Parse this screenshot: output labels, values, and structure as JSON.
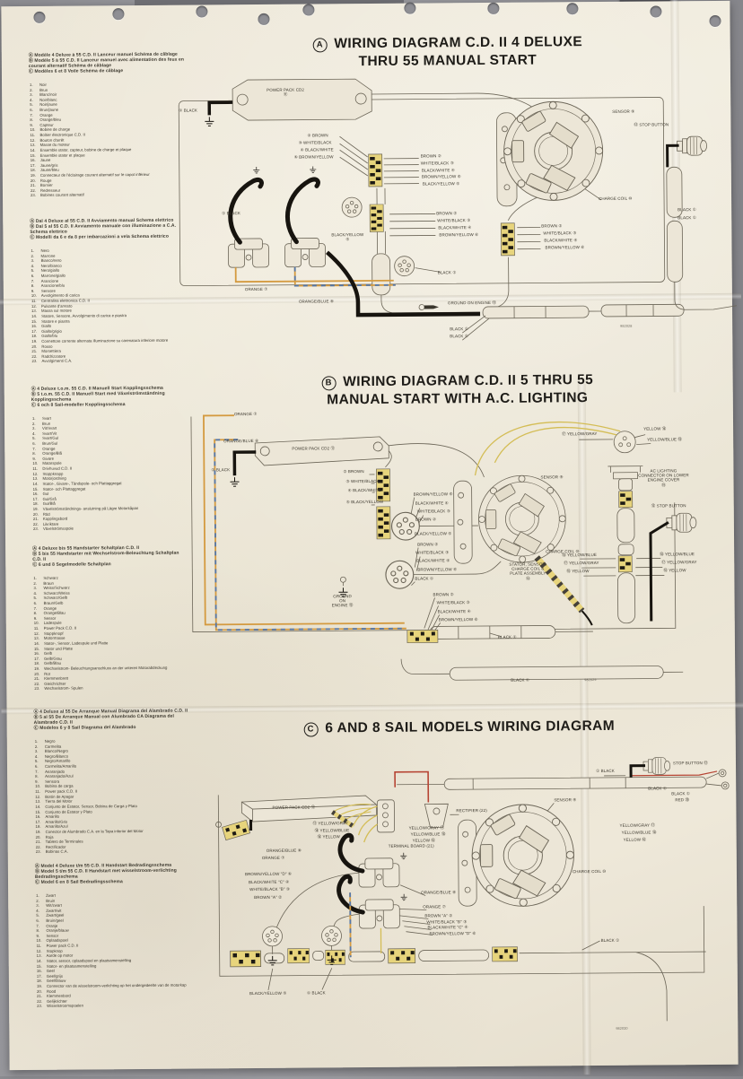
{
  "titles": {
    "a": {
      "badge": "A",
      "line1": "WIRING DIAGRAM C.D. II 4 DELUXE",
      "line2": "THRU 55 MANUAL START"
    },
    "b": {
      "badge": "B",
      "line1": "WIRING DIAGRAM C.D. II 5 THRU 55",
      "line2": "MANUAL START WITH A.C. LIGHTING"
    },
    "c": {
      "badge": "C",
      "line1": "6 AND 8 SAIL MODELS WIRING DIAGRAM"
    }
  },
  "legends": [
    {
      "language": "french",
      "headers": [
        "Ⓐ Modèle 4 Deluxe à 55 C.D. II Lanceur manuel Schéma de câblage",
        "Ⓑ Modèle 5 à 55 C.D. II Lanceur manuel avec alimentation des feux en courant alternatif Schéma de câblage",
        "Ⓒ Modèles 6 et 8 Voile Schéma de câblage"
      ],
      "items": [
        "Noir",
        "Brun",
        "Blanc/noir",
        "Noir/blanc",
        "Noir/jaune",
        "Brun/jaune",
        "Orange",
        "Orange/bleu",
        "Capteur",
        "Bobine de charge",
        "Boîtier électronique C.D. II",
        "Bouton d'arrêt",
        "Masse du moteur",
        "Ensemble stator, capteur, bobine de charge et plaque",
        "Ensemble stator et plaque",
        "Jaune",
        "Jaune/gris",
        "Jaune/bleu",
        "Connecteur de l'éclairage courant alternatif sur le capot inférieur",
        "Rouge",
        "Bornier",
        "Redresseur",
        "Bobines courant alternatif"
      ]
    },
    {
      "language": "italian",
      "headers": [
        "Ⓐ Dal 4 Deluxe al 55 C.D. II Avviamento manual Schema elettrico",
        "Ⓑ Dal 5 al 55 C.D. II Avviamento manuale con illuminazione a C.A. Schema elettrico",
        "Ⓒ Modelli da 6 e da 8 per imbarcazioni a vela Schema elettrico"
      ],
      "items": [
        "Nero",
        "Marrone",
        "Bianco/nero",
        "Nero/bianco",
        "Nero/giallo",
        "Marrone/giallo",
        "Arancione",
        "Arancione/blu",
        "Sensore",
        "Avvolgimento di carica",
        "Centralina elettronica C.D. II",
        "Pulsante d'arresto",
        "Massa sul motore",
        "Statore, Sensore, Avvolgimento di carica e piastra",
        "Statore e piastra",
        "Giallo",
        "Giallo/grigio",
        "Giallo/blu",
        "Connettore corrente alternata illuminazione su carenatura inferiore motore",
        "Rosso",
        "Morsettiera",
        "Raddrizzatore",
        "Avvolgimenti C.A."
      ]
    },
    {
      "language": "swedish",
      "headers": [
        "Ⓐ 4 Deluxe t.o.m. 55 C.D. II Manuell Start Kopplingsschema",
        "Ⓑ 5 t.o.m. 55 C.D. II Manuell Start med Växelströmständning Kopplingsschema",
        "Ⓒ 6 och 8 Sail-modeller Kopplingsschema"
      ],
      "items": [
        "Svart",
        "Brun",
        "Vit/Svart",
        "Svart/Vit",
        "Svart/Gul",
        "Brun/Gul",
        "Orange",
        "Orange/Blå",
        "Givare",
        "Matarspole",
        "Drivhuvud C.D. II",
        "Stoppknapp",
        "Motorjordning",
        "Stator-, Givare-, Tändspole- och Plattaggregat",
        "Stator- och Plattaggregat",
        "Gul",
        "Gul/Grå",
        "Gul/Blå",
        "Växelströmständnings- anslutning på Lägre Motorkåpan",
        "Röd",
        "Kopplingsbord",
        "Likriktare",
        "Växelströmsspole"
      ]
    },
    {
      "language": "german",
      "headers": [
        "Ⓐ 4 Deluxe bis 55 Handstarter Schaltplan C.D. II",
        "Ⓑ 5 bis 55 Handstarter mit Wechselstrom-Beleuchtung Schaltplan C.D. II",
        "Ⓒ 6 und 8 Segelmodelle Schaltplan"
      ],
      "items": [
        "Schwarz",
        "Braun",
        "Weiss/Schwarz",
        "Schwarz/Weiss",
        "Schwarz/Gelb",
        "Braun/Gelb",
        "Orange",
        "Orange/Blau",
        "Sensor",
        "Ladespule",
        "Power Pack C.D. II",
        "Stoppknopf",
        "Motormasse",
        "Stator-, Sensor, Ladespule und Platte",
        "Stator und Platte",
        "Gelb",
        "Gelb/Grau",
        "Gelb/Blau",
        "Wechselstrom- Beleuchtungsanschluss an der unteren Motorabdeckung",
        "Rot",
        "Klemmenbrett",
        "Gleichrichter",
        "Wechselstrom- Spulen"
      ]
    },
    {
      "language": "spanish",
      "headers": [
        "Ⓐ 4 Deluxe al 55 De Arranque Manual Diagrama del Alambrado C.D. II",
        "Ⓑ 5 al 55 De Arranque Manual con Alumbrado CA Diagrama del Alambrado C.D. II",
        "Ⓒ Modelos 6 y 8 Sail Diagrama del Alambrado"
      ],
      "items": [
        "Negro",
        "Carmelita",
        "Blanco/Negro",
        "Negro/Blanco",
        "Negro/Amarillo",
        "Carmelita/Amarillo",
        "Anaranjado",
        "Anaranjado/Azul",
        "Sensora",
        "Bobina de carga",
        "Power pack C.D. II",
        "Botón de Apagar",
        "Tierra del Motor",
        "Conjunto de Estator, Sensor, Bobina de Carga y Plato",
        "Conjunto de Estator y Plato",
        "Amarillo",
        "Amarillo/Gris",
        "Amarillo/Azul",
        "Conector de Alumbrado C.A. en la Tapa inferior del Motor",
        "Roja",
        "Tablero de Terminales",
        "Rectificador",
        "Bobinas C.A."
      ]
    },
    {
      "language": "dutch",
      "headers": [
        "Ⓐ Model 4 Deluxe t/m 55 C.D. II Handstart Bedradingsschema",
        "Ⓑ Model 5 t/m 55 C.D. II Handstart met wisselstroom-verlichting Bedradingsschema",
        "Ⓒ Model 6 en 8 Sail Bedradingsschema"
      ],
      "items": [
        "Zwart",
        "Bruin",
        "Wit/zwart",
        "Zwart/wit",
        "Zwart/geel",
        "Bruin/geel",
        "Oranje",
        "Oranje/blauw",
        "Sensor",
        "Oplaadspoel",
        "Power pack C.D. II",
        "Stopknop",
        "Aarde op motor",
        "Stator, sensor, oplaadspoel en plaatsamenstelling",
        "Stator- en plaatsamenstelling",
        "Geel",
        "Geel/grijs",
        "Geel/blauw",
        "Connector van de wisselstroom-verlichting op het ondergedeelte van de motorkap",
        "Rood",
        "Klemmenbord",
        "Gelijkrichter",
        "Wisselstroomspoelen"
      ]
    }
  ],
  "diagram_a": {
    "labels": [
      "POWER PACK CD2\n⑪",
      "① BLACK",
      "② BROWN",
      "③ WHITE/BLACK",
      "④ BLACK/WHITE",
      "⑥ BROWN/YELLOW",
      "BROWN ②",
      "WHITE/BLACK ③",
      "BLACK/WHITE ④",
      "BROWN/YELLOW ⑥",
      "BLACK/YELLOW ⑤",
      "SENSOR ⑨",
      "⑫ STOP BUTTON",
      "CHARGE COIL ⑩",
      "① BLACK",
      "BLACK/YELLOW\n⑤",
      "BROWN ②",
      "WHITE/BLACK ③",
      "BLACK/WHITE ④",
      "BROWN/YELLOW ⑥",
      "BROWN ②",
      "WHITE/BLACK ③",
      "BLACK/WHITE ④",
      "BROWN/YELLOW ⑥",
      "BLACK ①",
      "BLACK ①",
      "BLACK ①",
      "ORANGE ⑦",
      "ORANGE/BLUE ⑧",
      "GROUND ON ENGINE ⑬",
      "BLACK ①",
      "BLACK ①",
      "982028"
    ]
  },
  "diagram_b": {
    "labels": [
      "ORANGE ⑦",
      "ORANGE/BLUE ⑧",
      "POWER PACK CD2 ⑪",
      "① BLACK",
      "② BROWN",
      "③ WHITE/BLACK",
      "④ BLACK/WHITE",
      "⑤ BLACK/YELLOW",
      "BROWN/YELLOW ⑥",
      "BLACK/WHITE ④",
      "WHITE/BLACK ③",
      "BROWN ②",
      "BLACK/YELLOW ⑤",
      "BROWN ②",
      "WHITE/BLACK ③",
      "BLACK/WHITE ④",
      "BROWN/YELLOW ⑥",
      "BLACK ①",
      "SENSOR ⑨",
      "CHARGE COIL ⑩",
      "STATOR, SENSOR,\nCHARGE COIL &\nPLATE ASSEMBLY\n⑭",
      "⑰ YELLOW/GRAY",
      "YELLOW ⑯",
      "YELLOW/BLUE ⑱",
      "AC LIGHTING\nCONNECTOR ON LOWER\nENGINE COVER\n⑲",
      "⑫ STOP BUTTON",
      "⑱ YELLOW/BLUE",
      "⑰ YELLOW/GRAY",
      "⑯ YELLOW",
      "⑱ YELLOW/BLUE",
      "⑰ YELLOW/GRAY",
      "⑯ YELLOW",
      "GROUND\nON\nENGINE ⑬",
      "BROWN ②",
      "WHITE/BLACK ③",
      "BLACK/WHITE ④",
      "BROWN/YELLOW ⑥",
      "BLACK ①",
      "BLACK ①",
      "982029"
    ]
  },
  "diagram_c": {
    "labels": [
      "POWER PACK CD2 ⑪",
      "STOP BUTTON ⑫",
      "① BLACK",
      "BLACK ①",
      "BLACK ①",
      "RED ⑳",
      "RECTIFIER (22)",
      "YELLOW/GRAY ⑰",
      "YELLOW/BLUE ⑱",
      "YELLOW ⑯",
      "TERMINAL BOARD (21)",
      "SENSOR ⑨",
      "CHARGE COIL ⑩",
      "⑰ YELLOW/GRAY",
      "⑱ YELLOW/BLUE",
      "⑯ YELLOW",
      "ORANGE/BLUE ⑧",
      "ORANGE ⑦",
      "BROWN/YELLOW \"D\" ⑥",
      "BLACK/WHITE \"C\" ④",
      "WHITE/BLACK \"B\" ③",
      "BROWN \"A\" ②",
      "YELLOW/GRAY ⑰",
      "YELLOW/BLUE ⑱",
      "YELLOW ⑯",
      "ORANGE/BLUE ⑧",
      "ORANGE ⑦",
      "BROWN \"A\" ②",
      "WHITE/BLACK \"B\" ③",
      "BLACK/WHITE \"C\" ④",
      "BROWN/YELLOW \"D\" ⑥",
      "BLACK ①",
      "BLACK/YELLOW ⑤",
      "① BLACK",
      "982030"
    ]
  }
}
